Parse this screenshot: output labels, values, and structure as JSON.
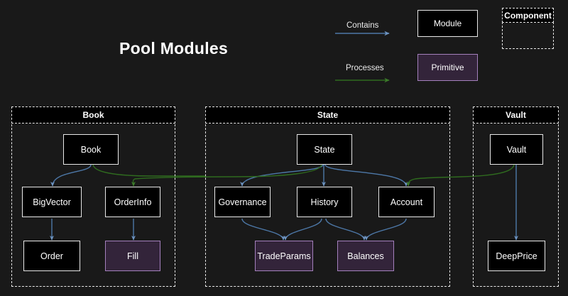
{
  "background": "#191919",
  "title": "Pool Modules",
  "colors": {
    "contains_edge": "#4d78a8",
    "processes_edge": "#2f6b1f",
    "module_fill": "#000000",
    "module_border": "#e8e8e8",
    "primitive_fill": "#33243a",
    "primitive_border": "#a480bd",
    "container_border": "#e8e8e8",
    "text": "#ffffff"
  },
  "legend": {
    "edges": [
      {
        "label": "Contains",
        "color": "#4d78a8",
        "name": "contains"
      },
      {
        "label": "Processes",
        "color": "#2f6b1f",
        "name": "processes"
      }
    ],
    "nodes": [
      {
        "label": "Module",
        "kind": "module"
      },
      {
        "label": "Primitive",
        "kind": "primitive"
      }
    ],
    "component": {
      "label": "Component"
    }
  },
  "containers": [
    {
      "name": "book",
      "title": "Book",
      "nodes": [
        {
          "id": "book",
          "label": "Book",
          "kind": "module"
        },
        {
          "id": "bigvector",
          "label": "BigVector",
          "kind": "module"
        },
        {
          "id": "orderinfo",
          "label": "OrderInfo",
          "kind": "module"
        },
        {
          "id": "order",
          "label": "Order",
          "kind": "module"
        },
        {
          "id": "fill",
          "label": "Fill",
          "kind": "primitive"
        }
      ]
    },
    {
      "name": "state",
      "title": "State",
      "nodes": [
        {
          "id": "state",
          "label": "State",
          "kind": "module"
        },
        {
          "id": "governance",
          "label": "Governance",
          "kind": "module"
        },
        {
          "id": "history",
          "label": "History",
          "kind": "module"
        },
        {
          "id": "account",
          "label": "Account",
          "kind": "module"
        },
        {
          "id": "tradeparams",
          "label": "TradeParams",
          "kind": "primitive"
        },
        {
          "id": "balances",
          "label": "Balances",
          "kind": "primitive"
        }
      ]
    },
    {
      "name": "vault",
      "title": "Vault",
      "nodes": [
        {
          "id": "vault",
          "label": "Vault",
          "kind": "module"
        },
        {
          "id": "deepprice",
          "label": "DeepPrice",
          "kind": "module"
        }
      ]
    }
  ],
  "edges": [
    {
      "from": "book",
      "to": "bigvector",
      "type": "contains"
    },
    {
      "from": "book",
      "to": "order",
      "type": "contains"
    },
    {
      "from": "book",
      "to": "orderinfo",
      "type": "contains"
    },
    {
      "from": "orderinfo",
      "to": "fill",
      "type": "contains"
    },
    {
      "from": "bigvector",
      "to": "order",
      "type": "contains"
    },
    {
      "from": "state",
      "to": "governance",
      "type": "contains"
    },
    {
      "from": "state",
      "to": "history",
      "type": "contains"
    },
    {
      "from": "state",
      "to": "account",
      "type": "contains"
    },
    {
      "from": "governance",
      "to": "tradeparams",
      "type": "contains"
    },
    {
      "from": "history",
      "to": "tradeparams",
      "type": "contains"
    },
    {
      "from": "history",
      "to": "balances",
      "type": "contains"
    },
    {
      "from": "account",
      "to": "balances",
      "type": "contains"
    },
    {
      "from": "vault",
      "to": "deepprice",
      "type": "contains"
    },
    {
      "from": "book",
      "to": "account",
      "type": "processes"
    },
    {
      "from": "state",
      "to": "orderinfo",
      "type": "processes"
    },
    {
      "from": "vault",
      "to": "account",
      "type": "processes"
    }
  ]
}
